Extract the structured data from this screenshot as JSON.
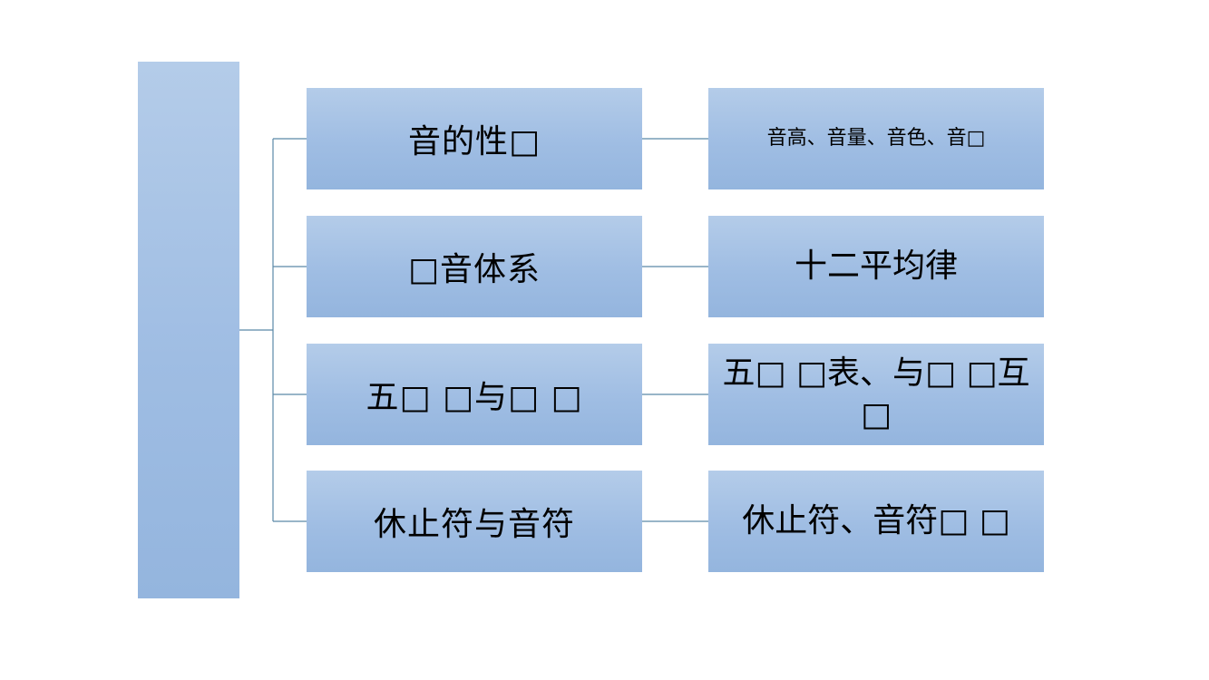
{
  "diagram": {
    "root": {
      "label": ""
    },
    "branches": [
      {
        "topic": "音的性□",
        "detail": "音高、音量、音色、音□"
      },
      {
        "topic": "□音体系",
        "detail": "十二平均律"
      },
      {
        "topic": "五□ □与□ □",
        "detail": "五□ □表、与□ □互□"
      },
      {
        "topic": "休止符与音符",
        "detail": "休止符、音符□ □"
      }
    ]
  },
  "colors": {
    "box_top": "#b4cce9",
    "box_bottom": "#94b5de",
    "connector": "#5b89a8",
    "text": "#000000"
  }
}
